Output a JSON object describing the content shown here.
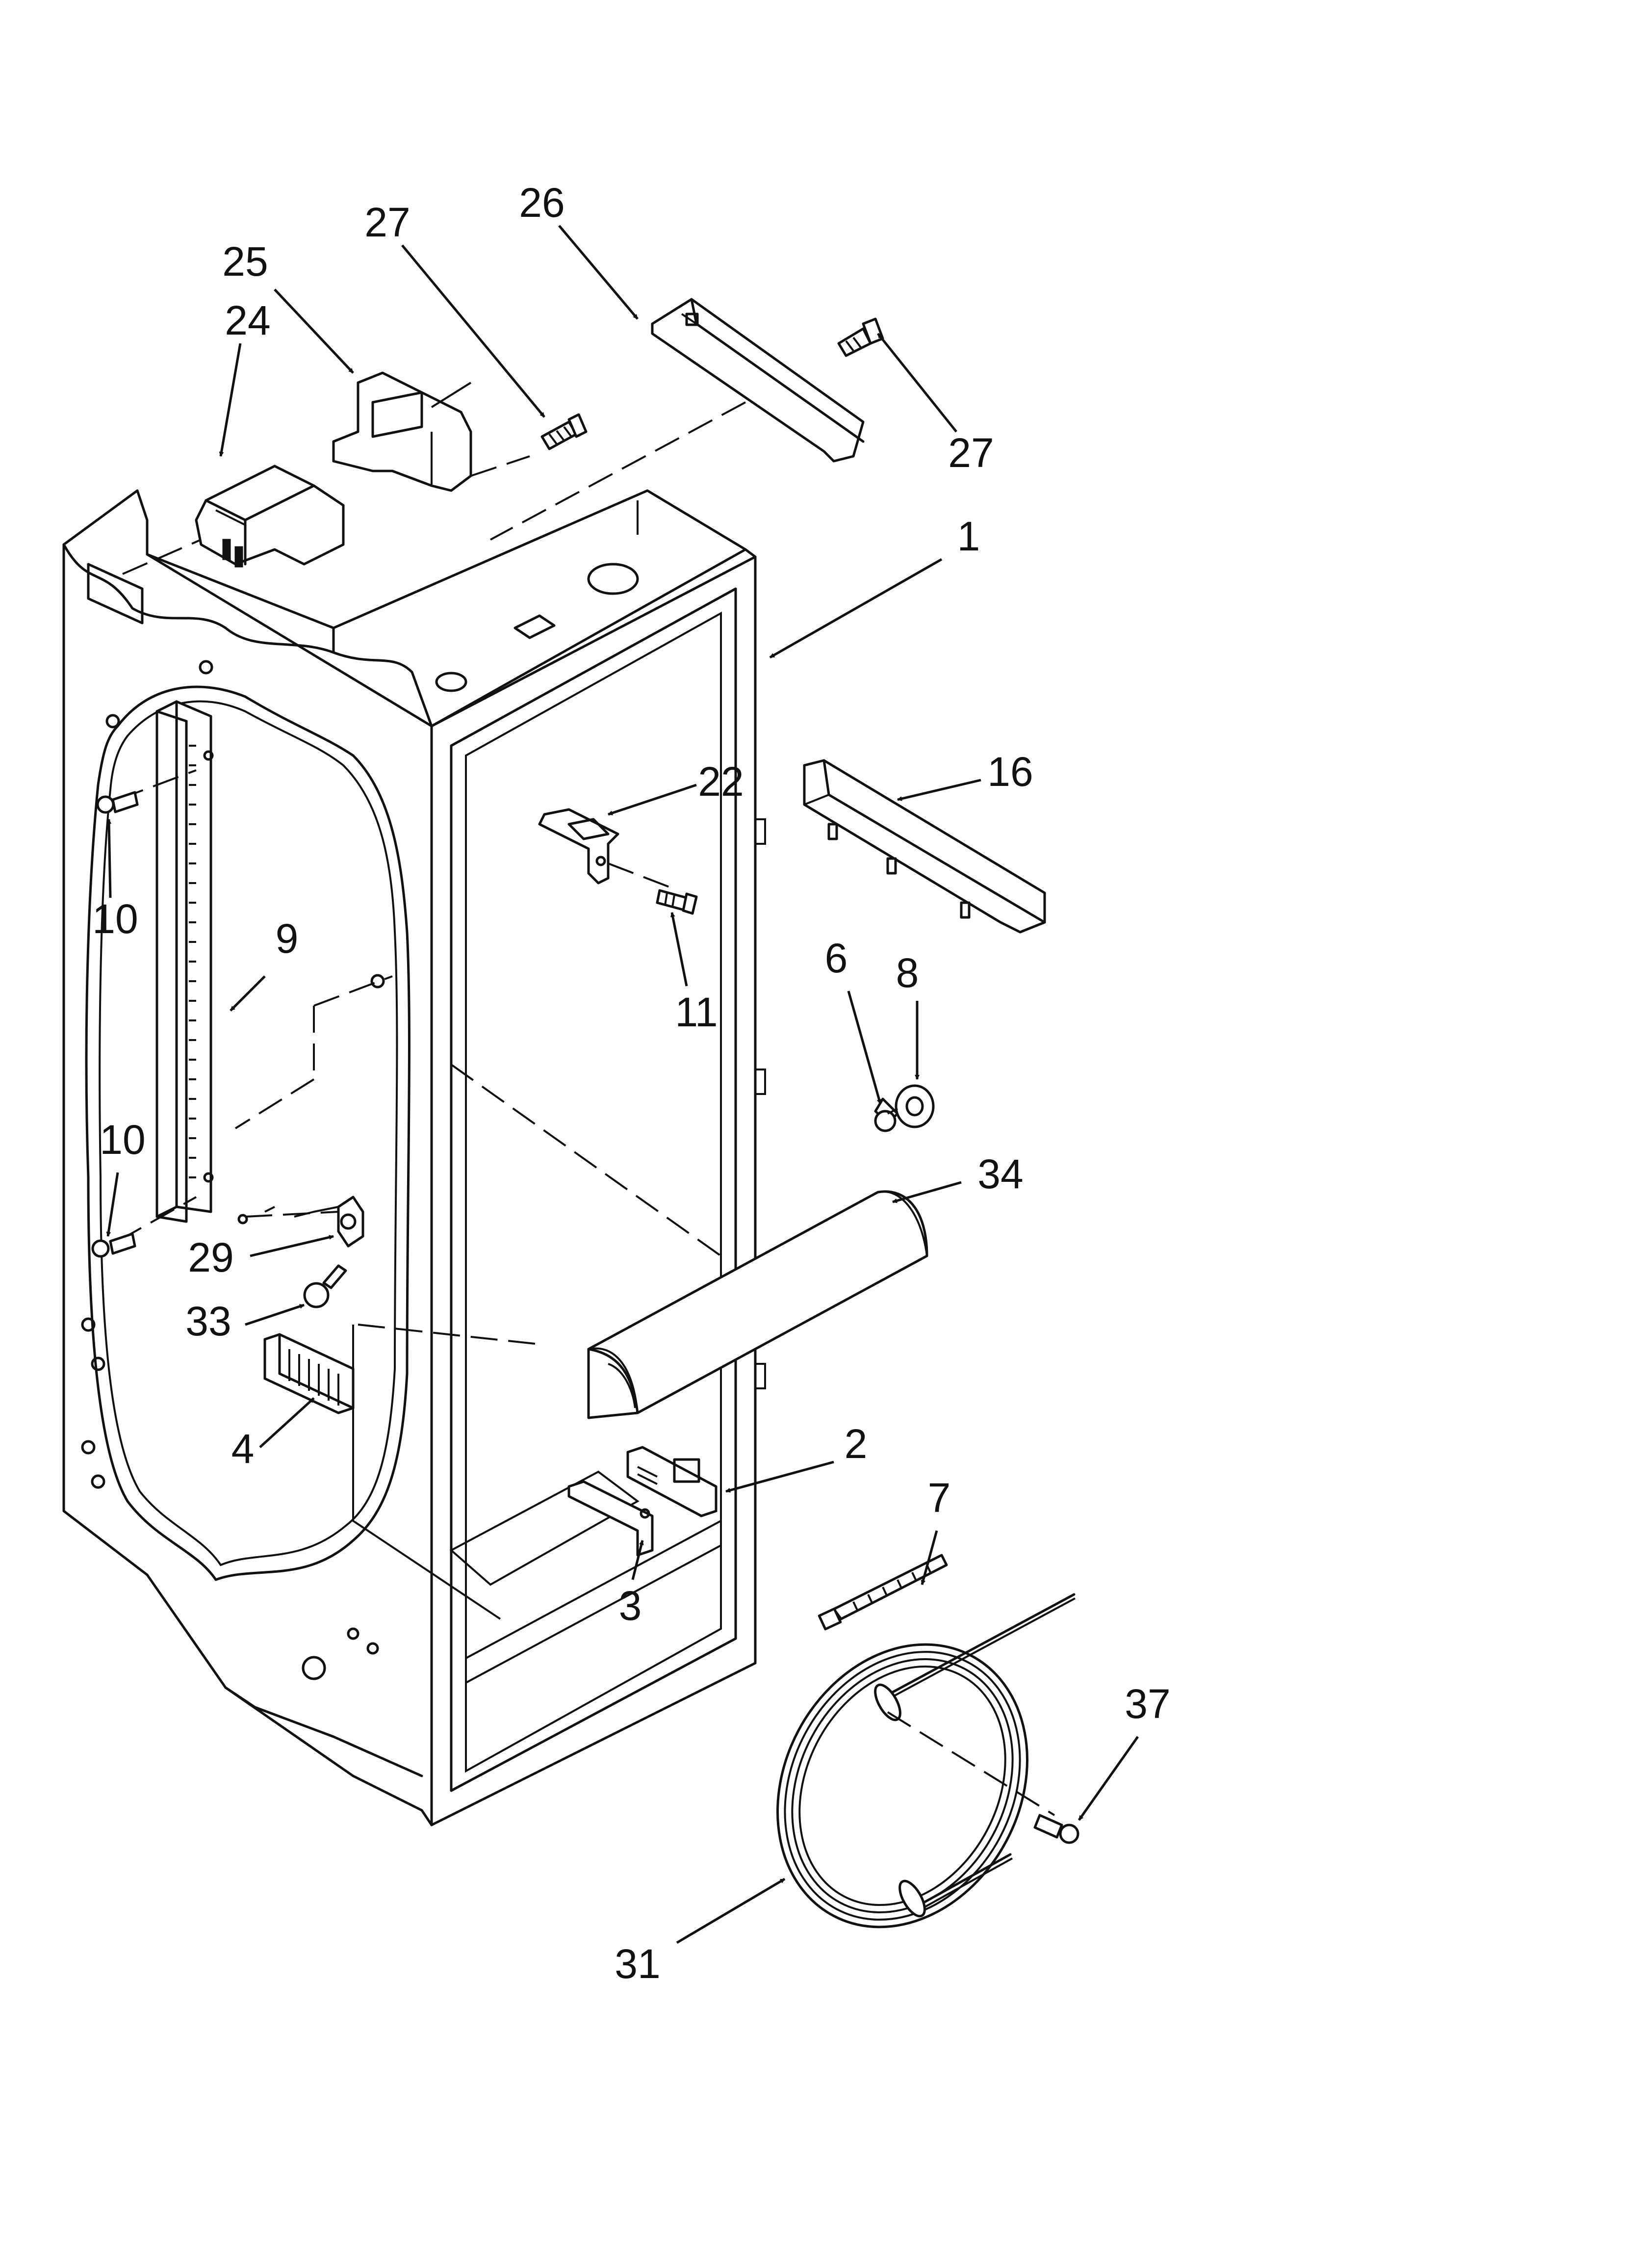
{
  "diagram": {
    "callouts": [
      {
        "id": "c27a",
        "label": "27"
      },
      {
        "id": "c26",
        "label": "26"
      },
      {
        "id": "c25",
        "label": "25"
      },
      {
        "id": "c24",
        "label": "24"
      },
      {
        "id": "c27b",
        "label": "27"
      },
      {
        "id": "c1",
        "label": "1"
      },
      {
        "id": "c22",
        "label": "22"
      },
      {
        "id": "c16",
        "label": "16"
      },
      {
        "id": "c10a",
        "label": "10"
      },
      {
        "id": "c9",
        "label": "9"
      },
      {
        "id": "c11",
        "label": "11"
      },
      {
        "id": "c6",
        "label": "6"
      },
      {
        "id": "c8",
        "label": "8"
      },
      {
        "id": "c10b",
        "label": "10"
      },
      {
        "id": "c34",
        "label": "34"
      },
      {
        "id": "c29",
        "label": "29"
      },
      {
        "id": "c33",
        "label": "33"
      },
      {
        "id": "c2",
        "label": "2"
      },
      {
        "id": "c4",
        "label": "4"
      },
      {
        "id": "c7",
        "label": "7"
      },
      {
        "id": "c3",
        "label": "3"
      },
      {
        "id": "c37",
        "label": "37"
      },
      {
        "id": "c31",
        "label": "31"
      }
    ]
  }
}
